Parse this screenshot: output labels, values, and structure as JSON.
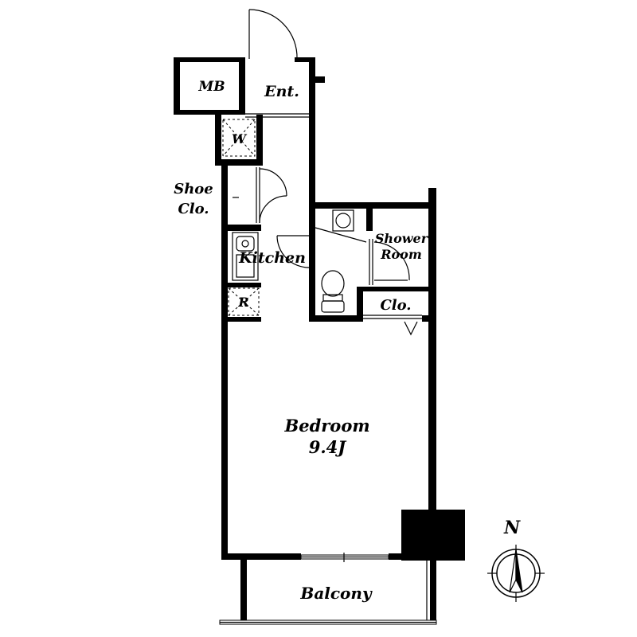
{
  "rooms": {
    "mb": "MB",
    "entrance": "Ent.",
    "washer": "W",
    "shoe_closet_line1": "Shoe",
    "shoe_closet_line2": "Clo.",
    "kitchen": "Kitchen",
    "refrigerator": "R",
    "shower_room_line1": "Shower",
    "shower_room_line2": "Room",
    "closet": "Clo.",
    "bedroom": "Bedroom",
    "bedroom_size": "9.4J",
    "balcony": "Balcony"
  },
  "compass": {
    "north_label": "N"
  },
  "colors": {
    "wall": "#000000",
    "background": "#ffffff"
  }
}
